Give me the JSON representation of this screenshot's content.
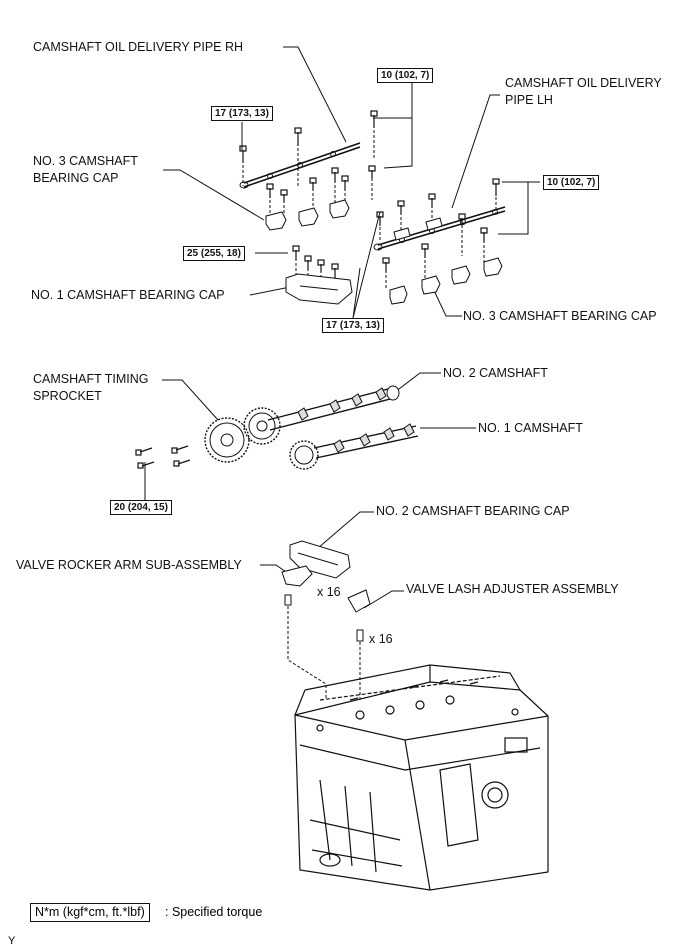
{
  "labels": {
    "oil_pipe_rh": "CAMSHAFT OIL DELIVERY PIPE RH",
    "oil_pipe_lh_1": "CAMSHAFT OIL DELIVERY",
    "oil_pipe_lh_2": "PIPE LH",
    "no3_cap_left_1": "NO. 3 CAMSHAFT",
    "no3_cap_left_2": "BEARING CAP",
    "no1_cap": "NO. 1 CAMSHAFT BEARING CAP",
    "no3_cap_right": "NO. 3 CAMSHAFT BEARING CAP",
    "timing_sprocket_1": "CAMSHAFT TIMING",
    "timing_sprocket_2": "SPROCKET",
    "no2_camshaft": "NO. 2 CAMSHAFT",
    "no1_camshaft": "NO. 1 CAMSHAFT",
    "no2_cap": "NO. 2 CAMSHAFT BEARING CAP",
    "rocker_arm": "VALVE ROCKER ARM SUB-ASSEMBLY",
    "rocker_qty": "x 16",
    "lash_adjuster": "VALVE LASH ADJUSTER ASSEMBLY",
    "lash_qty": "x 16"
  },
  "torques": {
    "t_pipe_rh_bolt": "10 (102, 7)",
    "t_pipe_lh_bolt": "10 (102, 7)",
    "t_no3_left": "17 (173, 13)",
    "t_no1_cap": "25 (255, 18)",
    "t_no3_right": "17 (173, 13)",
    "t_sprocket": "20 (204, 15)"
  },
  "legend": {
    "box": "N*m (kgf*cm, ft.*lbf)",
    "text": ": Specified torque"
  },
  "figure_id": "Y"
}
